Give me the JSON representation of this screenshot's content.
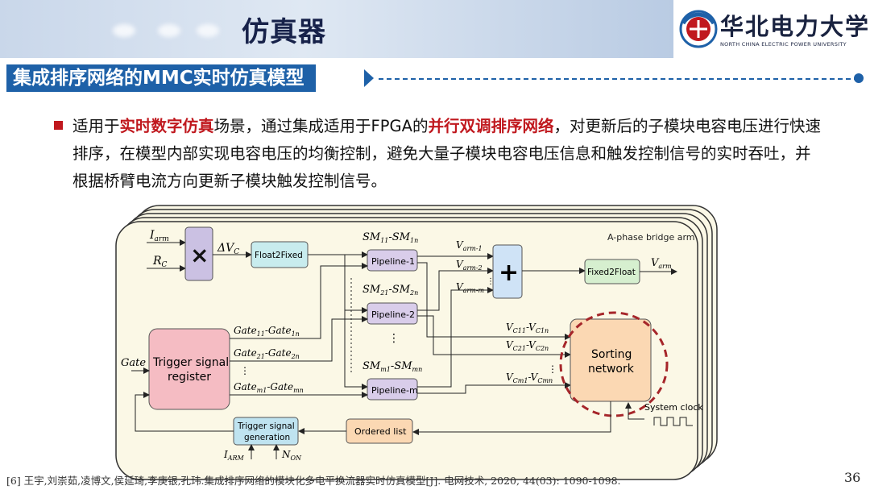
{
  "header": {
    "title": "仿真器",
    "university_cn": "华北电力大学",
    "university_en": "NORTH CHINA ELECTRIC POWER UNIVERSITY"
  },
  "section": {
    "title": "集成排序网络的MMC实时仿真模型"
  },
  "body": {
    "p1": "适用于",
    "h1": "实时数字仿真",
    "p2": "场景，通过集成适用于FPGA的",
    "h2": "并行双调排序网络",
    "p3": "，对更新后的子模块电容电压进行快速排序，在模型内部实现电容电压的均衡控制，避免大量子模块电容电压信息和触发控制信号的实时吞吐，并根据桥臂电流方向更新子模块触发控制信号。"
  },
  "diagram": {
    "frame_title": "A-phase bridge arm",
    "multiply": "×",
    "plus": "+",
    "float2fixed": "Float2Fixed",
    "fixed2float": "Fixed2Float",
    "pipeline1": "Pipeline-1",
    "pipeline2": "Pipeline-2",
    "pipelinem": "Pipeline-m",
    "trigger_register_l1": "Trigger signal",
    "trigger_register_l2": "register",
    "sorting_l1": "Sorting",
    "sorting_l2": "network",
    "ordered_list": "Ordered list",
    "trigger_gen_l1": "Trigger signal",
    "trigger_gen_l2": "generation",
    "system_clock": "System clock",
    "in_iarm": "I",
    "in_iarm_sub": "arm",
    "in_rc": "R",
    "in_rc_sub": "C",
    "dvc": "ΔV",
    "dvc_sub": "C",
    "sm1_a": "SM",
    "sm1_a_sub": "11",
    "sm1_b": "-SM",
    "sm1_b_sub": "1n",
    "sm2_a": "SM",
    "sm2_a_sub": "21",
    "sm2_b": "-SM",
    "sm2_b_sub": "2n",
    "smm_a": "SM",
    "smm_a_sub": "m1",
    "smm_b": "-SM",
    "smm_b_sub": "mn",
    "varm1": "V",
    "varm1_sub": "arm-1",
    "varm2": "V",
    "varm2_sub": "arm-2",
    "varmm": "V",
    "varmm_sub": "arm-m",
    "varm": "V",
    "varm_sub": "arm",
    "gate": "Gate",
    "gate1_a": "Gate",
    "gate1_a_sub": "11",
    "gate1_b": "-Gate",
    "gate1_b_sub": "1n",
    "gate2_a": "Gate",
    "gate2_a_sub": "21",
    "gate2_b": "-Gate",
    "gate2_b_sub": "2n",
    "gatem_a": "Gate",
    "gatem_a_sub": "m1",
    "gatem_b": "-Gate",
    "gatem_b_sub": "mn",
    "vc1_a": "V",
    "vc1_a_sub": "C11",
    "vc1_b": "-V",
    "vc1_b_sub": "C1n",
    "vc2_a": "V",
    "vc2_a_sub": "C21",
    "vc2_b": "-V",
    "vc2_b_sub": "C2n",
    "vcm_a": "V",
    "vcm_a_sub": "Cm1",
    "vcm_b": "-V",
    "vcm_b_sub": "Cmn",
    "iarm_in": "I",
    "iarm_in_sub": "ARM",
    "non_in": "N",
    "non_in_sub": "ON",
    "dots": "⋮"
  },
  "footer": {
    "reference": "[6] 王宇,刘崇茹,凌博文,侯延琦,李庚银,孔玮.集成排序网络的模块化多电平换流器实时仿真模型[J]. 电网技术, 2020, 44(03): 1090-1098.",
    "page": "36"
  },
  "colors": {
    "header_bg": "#c9d7ea",
    "section_bg": "#1e61a8",
    "highlight": "#c0181e",
    "frame_bg": "#fbf8e6",
    "float_box": "#c8ecee",
    "pipeline_box": "#d9cdea",
    "register_box": "#f5bcc3",
    "sorting_box": "#fbd8b3",
    "sorting_ring": "#a6262a",
    "fixed2float_box": "#d6efcf",
    "trigger_gen_box": "#bfe3f0"
  }
}
